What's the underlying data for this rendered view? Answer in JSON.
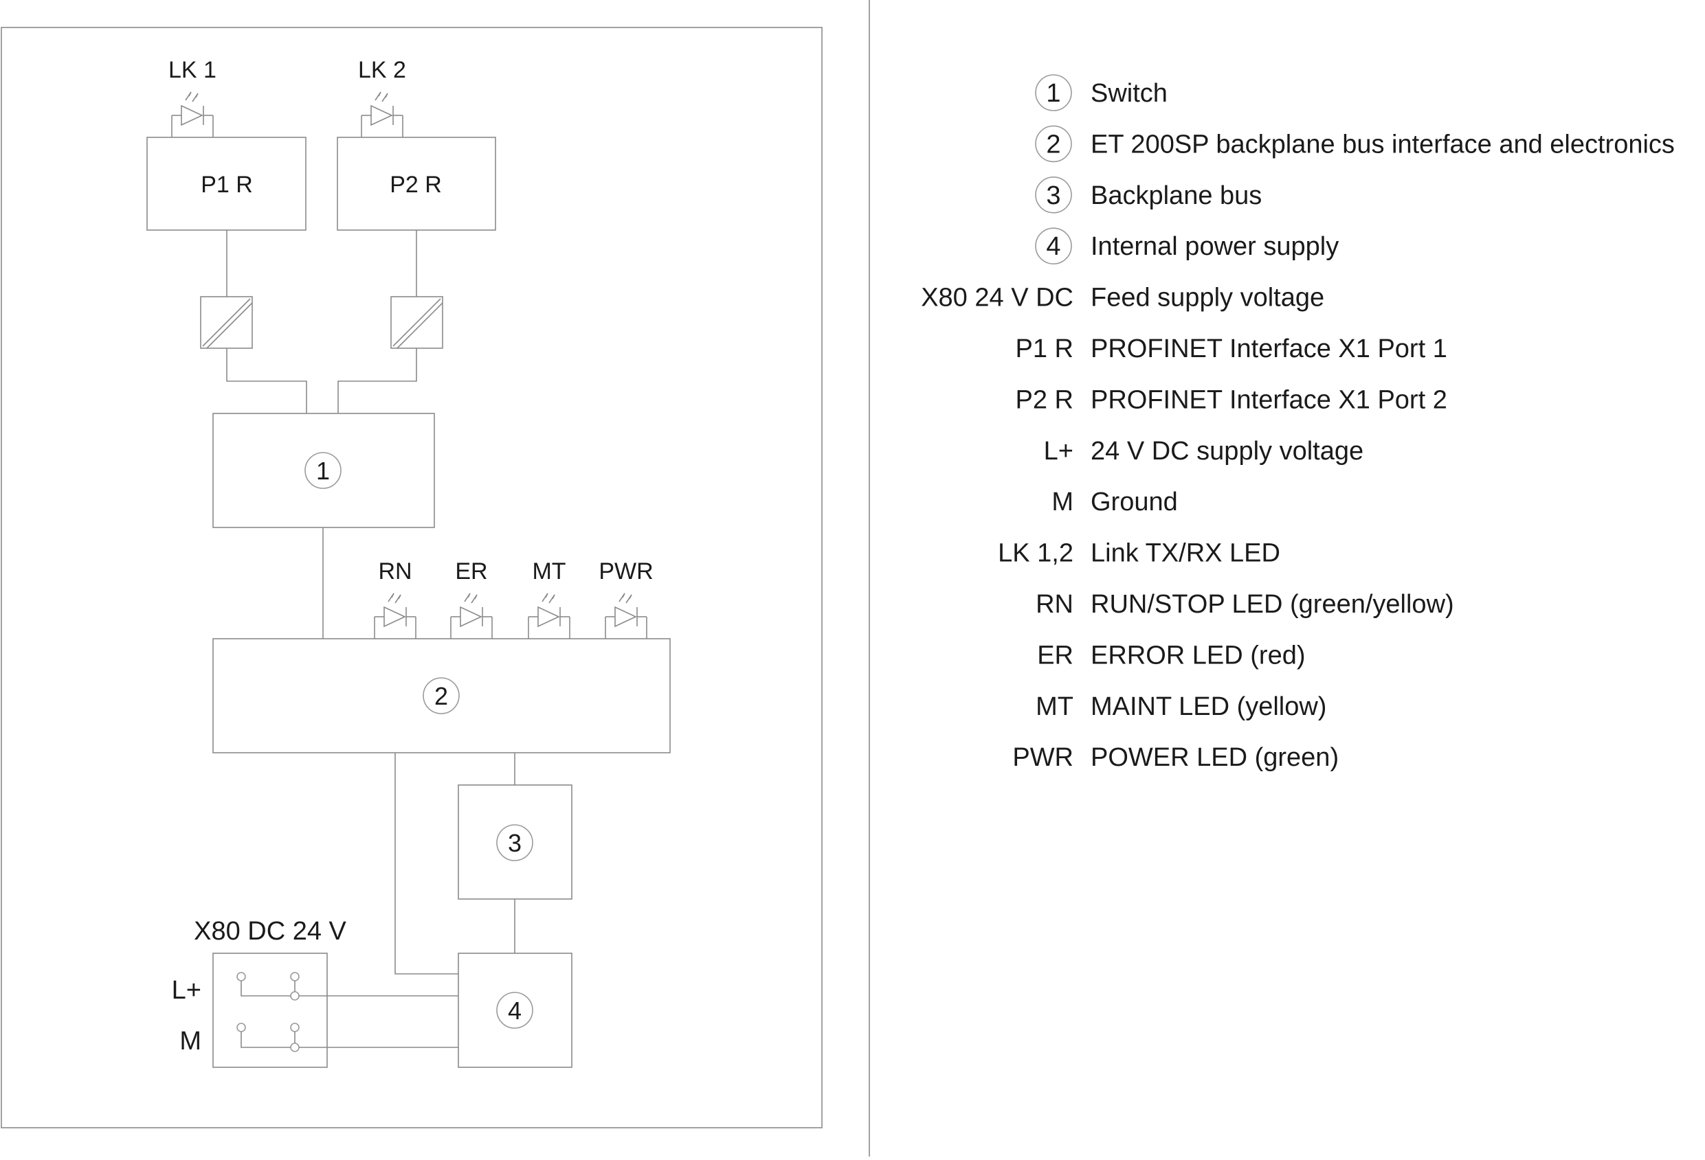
{
  "diagram": {
    "boxes": {
      "port1": "P1 R",
      "port2": "P2 R",
      "switch_num": "1",
      "backplane_interface_num": "2",
      "backplane_bus_num": "3",
      "power_supply_num": "4"
    },
    "leds": {
      "lk1": "LK 1",
      "lk2": "LK 2",
      "rn": "RN",
      "er": "ER",
      "mt": "MT",
      "pwr": "PWR"
    },
    "connector": {
      "title": "X80 DC 24 V",
      "l_plus": "L+",
      "m": "M"
    }
  },
  "legend": [
    {
      "key": "1",
      "circled": true,
      "text": "Switch"
    },
    {
      "key": "2",
      "circled": true,
      "text": "ET 200SP backplane bus interface and electronics"
    },
    {
      "key": "3",
      "circled": true,
      "text": "Backplane bus"
    },
    {
      "key": "4",
      "circled": true,
      "text": "Internal power supply"
    },
    {
      "key": "X80 24 V DC",
      "circled": false,
      "text": "Feed supply voltage"
    },
    {
      "key": "P1 R",
      "circled": false,
      "text": "PROFINET Interface X1 Port 1"
    },
    {
      "key": "P2 R",
      "circled": false,
      "text": "PROFINET Interface X1 Port 2"
    },
    {
      "key": "L+",
      "circled": false,
      "text": "24 V DC supply voltage"
    },
    {
      "key": "M",
      "circled": false,
      "text": "Ground"
    },
    {
      "key": "LK 1,2",
      "circled": false,
      "text": "Link TX/RX LED"
    },
    {
      "key": "RN",
      "circled": false,
      "text": "RUN/STOP LED (green/yellow)"
    },
    {
      "key": "ER",
      "circled": false,
      "text": "ERROR LED (red)"
    },
    {
      "key": "MT",
      "circled": false,
      "text": "MAINT LED (yellow)"
    },
    {
      "key": "PWR",
      "circled": false,
      "text": "POWER LED (green)"
    }
  ]
}
